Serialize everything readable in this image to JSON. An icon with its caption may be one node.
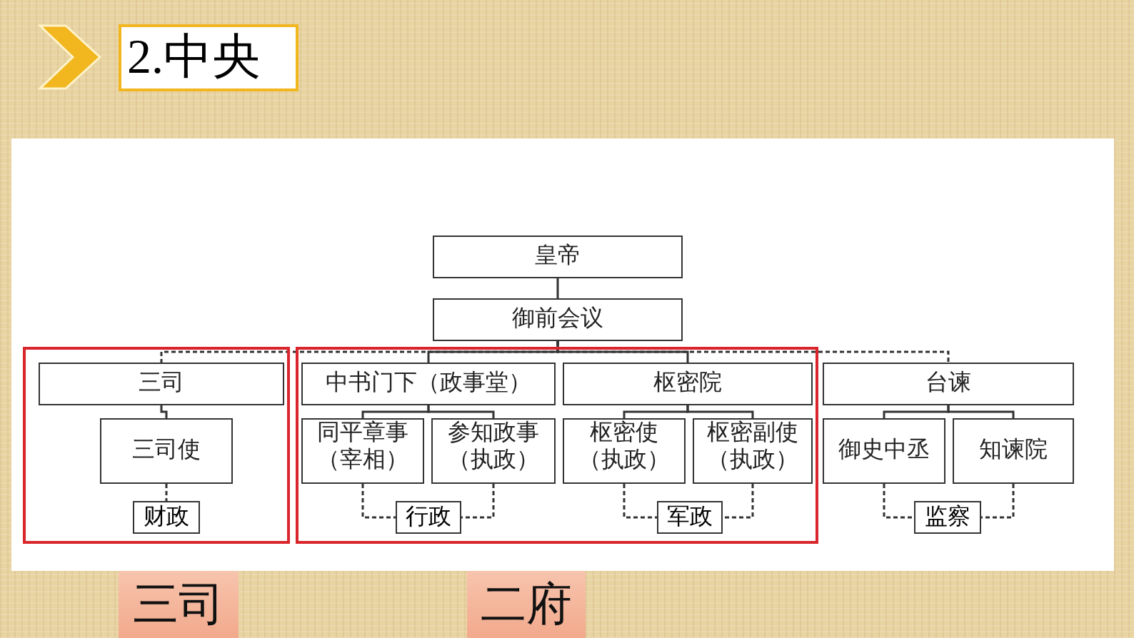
{
  "diagram": {
    "title": "2.中央",
    "nodes": [
      {
        "text": [
          "皇帝"
        ]
      },
      {
        "text": [
          "御前会议"
        ]
      },
      {
        "text": [],
        "shape": "box"
      },
      {
        "text": [
          "三司"
        ],
        "in": 2
      },
      {
        "text": [],
        "shape": "box"
      },
      {
        "text": [
          "中书门下（政事堂）"
        ],
        "in": 4
      },
      {
        "text": [
          "枢密院"
        ],
        "in": 4
      },
      {
        "text": [
          "台谏"
        ]
      },
      {
        "text": [
          "三司使"
        ],
        "in": 2
      },
      {
        "text": [
          "同平章事（宰相）"
        ],
        "in": 4
      },
      {
        "text": [
          "参知政事（执政）"
        ],
        "in": 4
      },
      {
        "text": [
          "枢密使（执政）"
        ],
        "in": 4
      },
      {
        "text": [
          "枢密副使（执政）"
        ],
        "in": 4
      },
      {
        "text": [
          "御史中丞"
        ]
      },
      {
        "text": [
          "知谏院"
        ]
      },
      {
        "text": [
          "财政"
        ],
        "in": 2
      },
      {
        "text": [
          "行政"
        ],
        "in": 4
      },
      {
        "text": [
          "军政"
        ],
        "in": 4
      },
      {
        "text": [
          "监察"
        ]
      },
      {
        "text": [
          "三司"
        ]
      },
      {
        "text": [
          "二府"
        ]
      }
    ],
    "edges": [
      {
        "from": 0,
        "to": 1,
        "arrow": "none"
      },
      {
        "from": 1,
        "to": 3,
        "arrow": "none",
        "style": "dashed"
      },
      {
        "from": 1,
        "to": 5,
        "arrow": "none"
      },
      {
        "from": 1,
        "to": 6,
        "arrow": "none"
      },
      {
        "from": 1,
        "to": 7,
        "arrow": "none",
        "style": "dashed"
      },
      {
        "from": 3,
        "to": 8,
        "arrow": "none"
      },
      {
        "from": 5,
        "to": 9,
        "arrow": "none"
      },
      {
        "from": 5,
        "to": 10,
        "arrow": "none"
      },
      {
        "from": 6,
        "to": 11,
        "arrow": "none"
      },
      {
        "from": 6,
        "to": 12,
        "arrow": "none"
      },
      {
        "from": 7,
        "to": 13,
        "arrow": "none"
      },
      {
        "from": 7,
        "to": 14,
        "arrow": "none"
      },
      {
        "from": 8,
        "to": 15,
        "arrow": "none",
        "style": "dashed"
      },
      {
        "from": 9,
        "to": 16,
        "arrow": "none",
        "style": "dashed"
      },
      {
        "from": 10,
        "to": 16,
        "arrow": "none",
        "style": "dashed"
      },
      {
        "from": 11,
        "to": 17,
        "arrow": "none",
        "style": "dashed"
      },
      {
        "from": 12,
        "to": 17,
        "arrow": "none",
        "style": "dashed"
      },
      {
        "from": 13,
        "to": 18,
        "arrow": "none",
        "style": "dashed"
      },
      {
        "from": 14,
        "to": 18,
        "arrow": "none",
        "style": "dashed"
      }
    ]
  }
}
